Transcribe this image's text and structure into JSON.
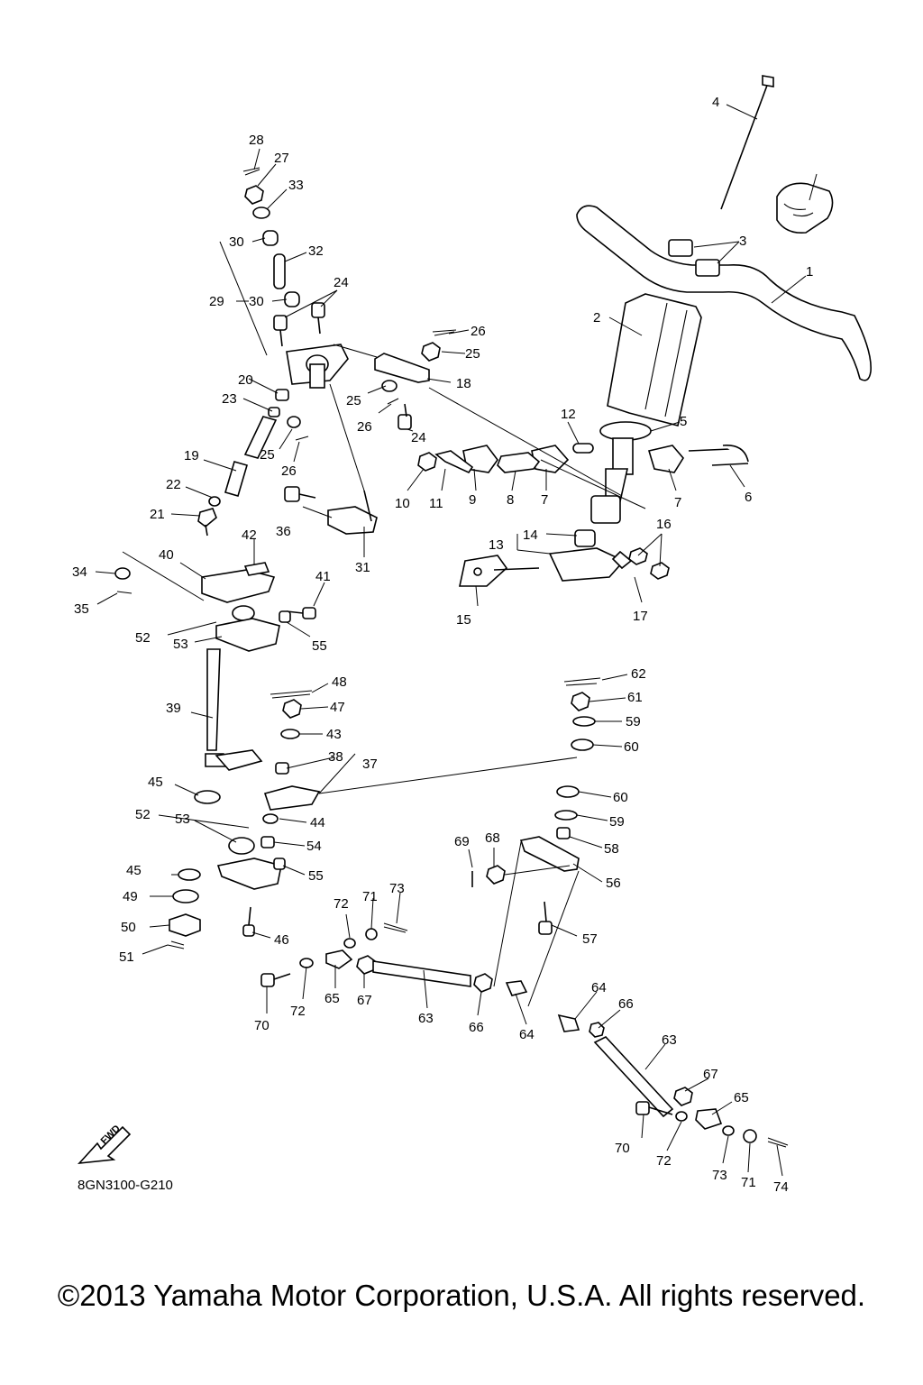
{
  "diagram": {
    "drawing_code": "8GN3100-G210",
    "fwd_badge": "FWD",
    "copyright": "©2013 Yamaha Motor Corporation, U.S.A. All rights reserved.",
    "callouts": [
      {
        "id": "c1",
        "text": "1"
      },
      {
        "id": "c2",
        "text": "2"
      },
      {
        "id": "c3",
        "text": "3"
      },
      {
        "id": "c4",
        "text": "4"
      },
      {
        "id": "c5",
        "text": "5"
      },
      {
        "id": "c6",
        "text": "6"
      },
      {
        "id": "c7a",
        "text": "7"
      },
      {
        "id": "c7b",
        "text": "7"
      },
      {
        "id": "c8",
        "text": "8"
      },
      {
        "id": "c9",
        "text": "9"
      },
      {
        "id": "c10",
        "text": "10"
      },
      {
        "id": "c11",
        "text": "11"
      },
      {
        "id": "c12",
        "text": "12"
      },
      {
        "id": "c13",
        "text": "13"
      },
      {
        "id": "c14",
        "text": "14"
      },
      {
        "id": "c15",
        "text": "15"
      },
      {
        "id": "c16",
        "text": "16"
      },
      {
        "id": "c17",
        "text": "17"
      },
      {
        "id": "c18",
        "text": "18"
      },
      {
        "id": "c19",
        "text": "19"
      },
      {
        "id": "c20",
        "text": "20"
      },
      {
        "id": "c21",
        "text": "21"
      },
      {
        "id": "c22",
        "text": "22"
      },
      {
        "id": "c23",
        "text": "23"
      },
      {
        "id": "c24a",
        "text": "24"
      },
      {
        "id": "c24b",
        "text": "24"
      },
      {
        "id": "c25a",
        "text": "25"
      },
      {
        "id": "c25b",
        "text": "25"
      },
      {
        "id": "c25c",
        "text": "25"
      },
      {
        "id": "c26a",
        "text": "26"
      },
      {
        "id": "c26b",
        "text": "26"
      },
      {
        "id": "c26c",
        "text": "26"
      },
      {
        "id": "c27",
        "text": "27"
      },
      {
        "id": "c28",
        "text": "28"
      },
      {
        "id": "c29",
        "text": "29"
      },
      {
        "id": "c30a",
        "text": "30"
      },
      {
        "id": "c30b",
        "text": "30"
      },
      {
        "id": "c31",
        "text": "31"
      },
      {
        "id": "c32",
        "text": "32"
      },
      {
        "id": "c33",
        "text": "33"
      },
      {
        "id": "c34",
        "text": "34"
      },
      {
        "id": "c35",
        "text": "35"
      },
      {
        "id": "c36",
        "text": "36"
      },
      {
        "id": "c37",
        "text": "37"
      },
      {
        "id": "c38",
        "text": "38"
      },
      {
        "id": "c39",
        "text": "39"
      },
      {
        "id": "c40",
        "text": "40"
      },
      {
        "id": "c41",
        "text": "41"
      },
      {
        "id": "c42",
        "text": "42"
      },
      {
        "id": "c43",
        "text": "43"
      },
      {
        "id": "c44",
        "text": "44"
      },
      {
        "id": "c45a",
        "text": "45"
      },
      {
        "id": "c45b",
        "text": "45"
      },
      {
        "id": "c46",
        "text": "46"
      },
      {
        "id": "c47",
        "text": "47"
      },
      {
        "id": "c48",
        "text": "48"
      },
      {
        "id": "c49",
        "text": "49"
      },
      {
        "id": "c50",
        "text": "50"
      },
      {
        "id": "c51",
        "text": "51"
      },
      {
        "id": "c52a",
        "text": "52"
      },
      {
        "id": "c52b",
        "text": "52"
      },
      {
        "id": "c53a",
        "text": "53"
      },
      {
        "id": "c53b",
        "text": "53"
      },
      {
        "id": "c54",
        "text": "54"
      },
      {
        "id": "c55a",
        "text": "55"
      },
      {
        "id": "c55b",
        "text": "55"
      },
      {
        "id": "c56",
        "text": "56"
      },
      {
        "id": "c57",
        "text": "57"
      },
      {
        "id": "c58",
        "text": "58"
      },
      {
        "id": "c59a",
        "text": "59"
      },
      {
        "id": "c59b",
        "text": "59"
      },
      {
        "id": "c60a",
        "text": "60"
      },
      {
        "id": "c60b",
        "text": "60"
      },
      {
        "id": "c61",
        "text": "61"
      },
      {
        "id": "c62",
        "text": "62"
      },
      {
        "id": "c63a",
        "text": "63"
      },
      {
        "id": "c63b",
        "text": "63"
      },
      {
        "id": "c64a",
        "text": "64"
      },
      {
        "id": "c64b",
        "text": "64"
      },
      {
        "id": "c65a",
        "text": "65"
      },
      {
        "id": "c65b",
        "text": "65"
      },
      {
        "id": "c66a",
        "text": "66"
      },
      {
        "id": "c66b",
        "text": "66"
      },
      {
        "id": "c67a",
        "text": "67"
      },
      {
        "id": "c67b",
        "text": "67"
      },
      {
        "id": "c68",
        "text": "68"
      },
      {
        "id": "c69",
        "text": "69"
      },
      {
        "id": "c70a",
        "text": "70"
      },
      {
        "id": "c70b",
        "text": "70"
      },
      {
        "id": "c71a",
        "text": "71"
      },
      {
        "id": "c71b",
        "text": "71"
      },
      {
        "id": "c72a",
        "text": "72"
      },
      {
        "id": "c72b",
        "text": "72"
      },
      {
        "id": "c72c",
        "text": "72"
      },
      {
        "id": "c73a",
        "text": "73"
      },
      {
        "id": "c73b",
        "text": "73"
      },
      {
        "id": "c74",
        "text": "74"
      }
    ]
  }
}
